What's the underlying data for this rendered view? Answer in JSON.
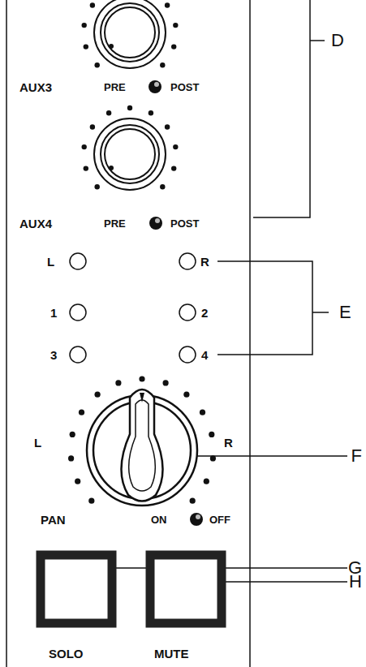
{
  "diagram": {
    "labels": [
      "D",
      "AUX3",
      "PRE",
      "POST",
      "AUX4",
      "PRE",
      "POST",
      "L",
      "R",
      "1",
      "E",
      "2",
      "3",
      "4",
      "L",
      "R",
      "F",
      "PAN",
      "ON",
      "OFF",
      "G",
      "H",
      "SOLO",
      "MUTE"
    ]
  }
}
